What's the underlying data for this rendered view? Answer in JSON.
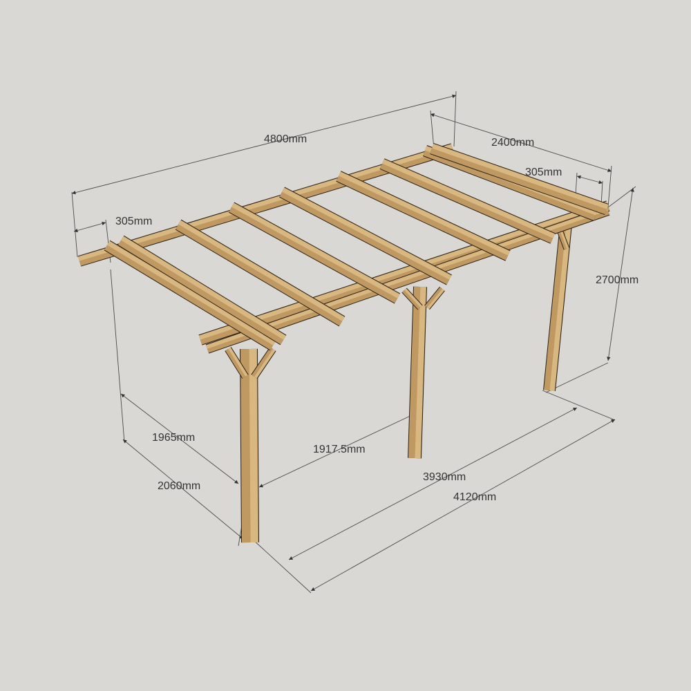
{
  "colors": {
    "background": "#d9d8d4",
    "wood_light": "#d8b781",
    "wood_mid": "#bf9862",
    "wood_dark": "#8c6a3e",
    "outline": "#2b2218"
  },
  "dimensions": {
    "overall_length": "4800mm",
    "overall_width": "2400mm",
    "overhang_left": "305mm",
    "overhang_right": "305mm",
    "height": "2700mm",
    "post_depth_inner": "1965mm",
    "post_depth_outer": "2060mm",
    "post_spacing": "1917.5mm",
    "post_span_inner": "3930mm",
    "post_span_outer": "4120mm"
  }
}
